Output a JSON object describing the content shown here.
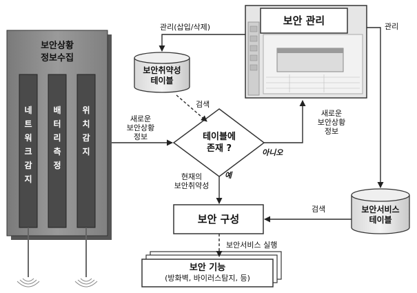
{
  "collection_box": {
    "title_line1": "보안상황",
    "title_line2": "정보수집",
    "sensors": [
      {
        "label": "네트워크 감지"
      },
      {
        "label": "배터리 측정"
      },
      {
        "label": "위치 감지"
      }
    ]
  },
  "vuln_table": {
    "line1": "보안취약성",
    "line2": "테이블"
  },
  "decision": {
    "line1": "테이블에",
    "line2": "존재 ?"
  },
  "security_mgmt": {
    "title": "보안 관리"
  },
  "security_config": {
    "title": "보안 구성"
  },
  "service_table": {
    "line1": "보안서비스",
    "line2": "테이블"
  },
  "security_function": {
    "title": "보안 기능",
    "subtitle": "(방화벽, 바이러스탐지, 등)"
  },
  "edges": {
    "manage_insert_delete": "관리(삽입/삭제)",
    "search_top": "검색",
    "new_info_left": [
      "새로운",
      "보안상황",
      "정보"
    ],
    "new_info_right": [
      "새로운",
      "보안상황",
      "정보"
    ],
    "no": "아니오",
    "yes": "예",
    "current_vuln": [
      "현재의",
      "보안취약성"
    ],
    "manage_right": "관리",
    "search_right": "검색",
    "run_service": "보안서비스 실행"
  },
  "colors": {
    "box_fill": "#8a8a8a",
    "sensor_fill": "#4a4a4a",
    "line": "#2a2a2a"
  }
}
